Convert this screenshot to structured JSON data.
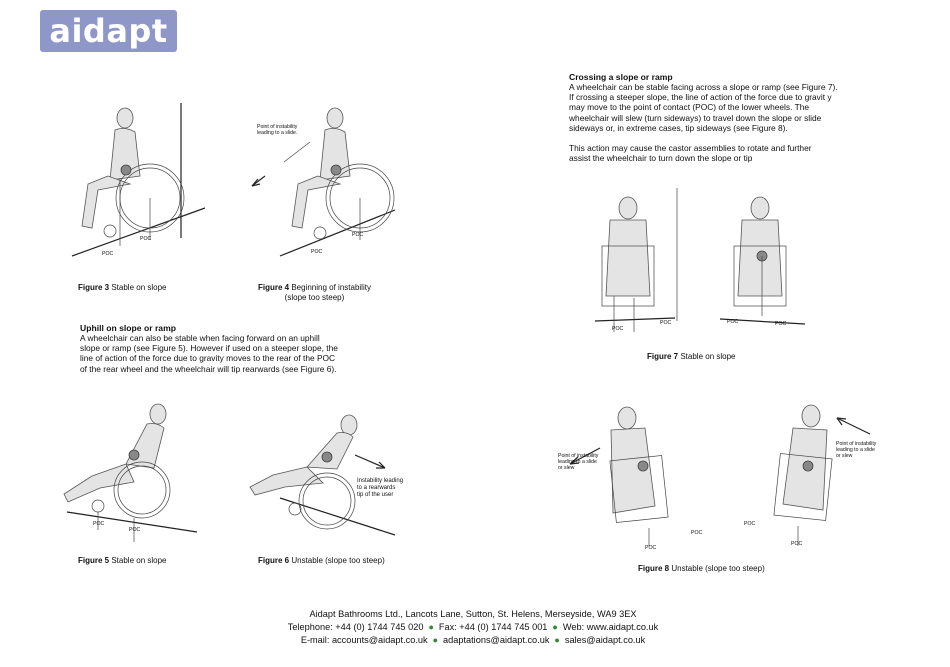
{
  "logo": {
    "text": "aidapt",
    "reg": "®"
  },
  "crossing": {
    "heading": "Crossing a slope or ramp",
    "p1": "A wheelchair can be stable facing across a slope or ramp (see Figure 7).",
    "p2": "If crossing a steeper slope, the line of action of the force due to gravit y",
    "p3": "may move to the point of contact (POC) of the lower wheels. The",
    "p4": "wheelchair will slew (turn sideways) to travel down the slope or slide",
    "p5": "sideways or, in extreme cases, tip sideways (see Figure 8).",
    "p6": "This action may cause the castor assemblies to rotate and further",
    "p7": "assist the wheelchair to turn down the slope or tip"
  },
  "uphill": {
    "heading": "Uphill on slope or ramp",
    "p1": "A wheelchair can also be stable when facing forward on an uphill",
    "p2": "slope or ramp (see Figure 5). However if used on a steeper slope, the",
    "p3": "line of action of the force due to gravity moves to the rear of the POC",
    "p4": "of the rear wheel and the wheelchair will tip rearwards (see Figure 6)."
  },
  "figures": {
    "fig3": {
      "num": "Figure 3",
      "text": " Stable on slope"
    },
    "fig4": {
      "num": "Figure 4",
      "text": " Beginning of instability",
      "text2": "(slope too steep)"
    },
    "fig5": {
      "num": "Figure 5",
      "text": " Stable on slope"
    },
    "fig6": {
      "num": "Figure 6",
      "text": " Unstable (slope too steep)"
    },
    "fig7": {
      "num": "Figure 7",
      "text": " Stable on slope"
    },
    "fig8": {
      "num": "Figure 8",
      "text": " Unstable (slope too steep)"
    }
  },
  "annotations": {
    "poc": "POC",
    "fig4_note1": "Point of instability",
    "fig4_note2": "leading to a slide.",
    "fig6_note1": "Instability leading",
    "fig6_note2": "to a rearwards",
    "fig6_note3": "tip of the user",
    "fig8_left1": "Point of instability",
    "fig8_left2": "leading to a slide",
    "fig8_left3": "or slew",
    "fig8_right1": "Point of instability",
    "fig8_right2": "leading to a slide",
    "fig8_right3": "or slew"
  },
  "footer": {
    "line1": "Aidapt Bathrooms Ltd., Lancots Lane, Sutton, St. Helens, Merseyside, WA9 3EX",
    "telephone": "Telephone: +44 (0) 1744 745 020",
    "fax": "Fax: +44 (0) 1744 745 001",
    "web": "Web: www.aidapt.co.uk",
    "email1": "E-mail: accounts@aidapt.co.uk",
    "email2": "adaptations@aidapt.co.uk",
    "email3": "sales@aidapt.co.uk"
  },
  "colors": {
    "logo_bg": "#8f97c9",
    "bullet": "#2f8a2f"
  }
}
